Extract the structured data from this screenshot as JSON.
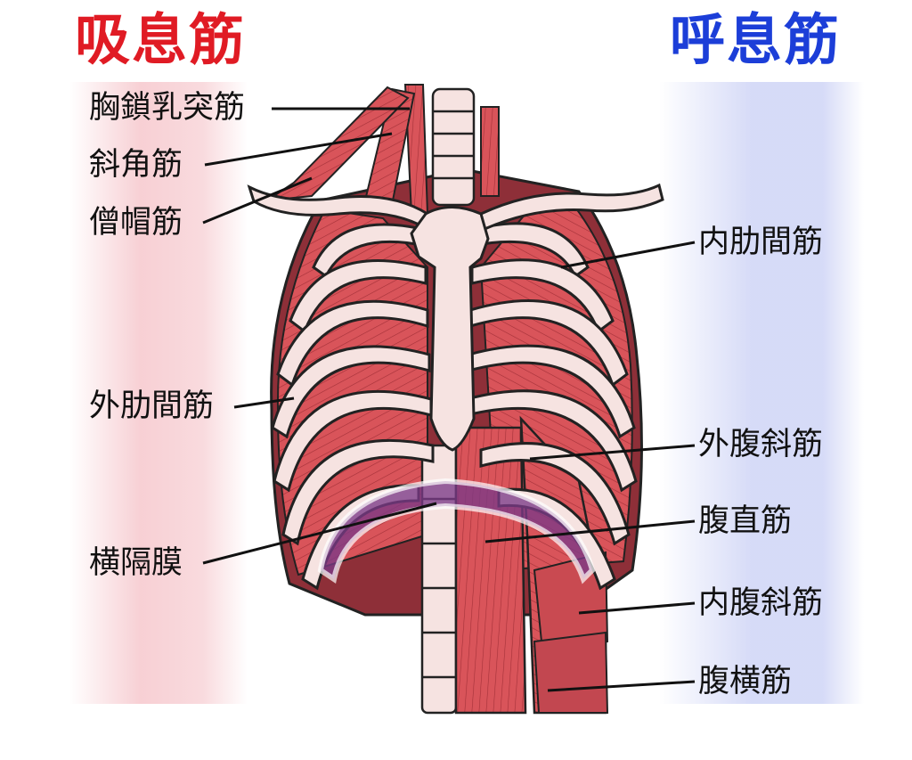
{
  "headings": {
    "inspiratory": "吸息筋",
    "expiratory": "呼息筋"
  },
  "labels": {
    "sternocleidomastoid": "胸鎖乳突筋",
    "scalene": "斜角筋",
    "trapezius": "僧帽筋",
    "external_intercostal": "外肋間筋",
    "diaphragm": "横隔膜",
    "internal_intercostal": "内肋間筋",
    "external_oblique": "外腹斜筋",
    "rectus_abdominis": "腹直筋",
    "internal_oblique": "内腹斜筋",
    "transversus_abdominis": "腹横筋"
  },
  "colors": {
    "inspiratory_text": "#e01b24",
    "expiratory_text": "#1c3ed8",
    "muscle": "#d9545a",
    "bone": "#f6e3e1",
    "diaphragm": "#7b3a86"
  }
}
